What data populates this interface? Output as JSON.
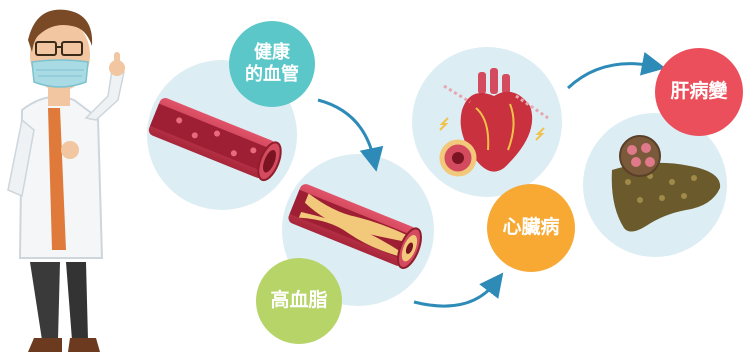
{
  "stages": [
    {
      "label_line1": "健康",
      "label_line2": "的血管",
      "color": "#5cc7c9",
      "icon": "healthy-vessel-icon"
    },
    {
      "label": "高血脂",
      "color": "#b6d468",
      "icon": "clogged-vessel-icon"
    },
    {
      "label": "心臟病",
      "color": "#f7a934",
      "icon": "heart-icon"
    },
    {
      "label": "肝病變",
      "color": "#ea4f5b",
      "icon": "diseased-liver-icon"
    }
  ],
  "colors": {
    "bubble": "#dcedf4",
    "arrow": "#2e8bb8",
    "vessel_outer": "#c9344a",
    "vessel_inner": "#8f1d2c",
    "plaque": "#f2c97a",
    "liver": "#6b5a2c",
    "heart": "#c8313d"
  }
}
